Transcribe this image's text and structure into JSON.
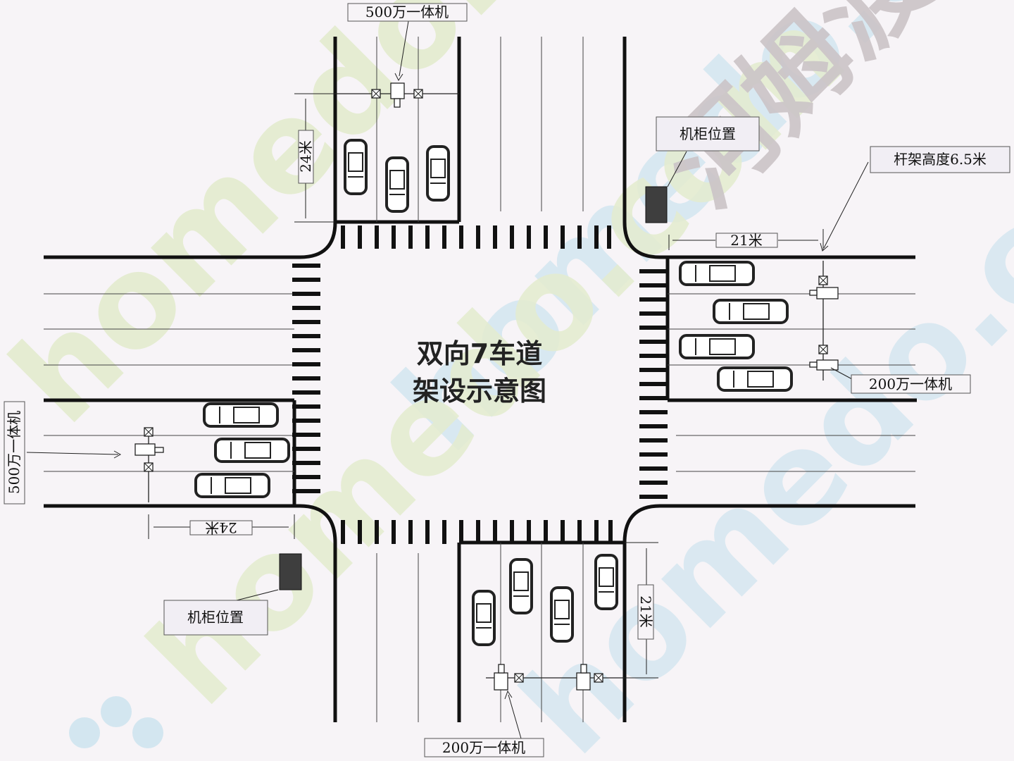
{
  "title": {
    "line1": "双向7车道",
    "line2": "架设示意图"
  },
  "labels": {
    "camera_north": "500万一体机",
    "camera_west": "500万一体机",
    "camera_east": "200万一体机",
    "camera_south": "200万一体机",
    "cabinet_ne": "机柜位置",
    "cabinet_sw": "机柜位置",
    "pole_height": "杆架高度6.5米",
    "dist_north": "24米",
    "dist_east": "21米",
    "dist_west": "24米",
    "dist_south": "21米"
  },
  "watermark": {
    "text": "homedo.com",
    "brand": "河姆渡"
  },
  "colors": {
    "road_line": "#111111",
    "lane_line": "#444444",
    "cabinet": "#3e3e3e",
    "label_border": "#555555",
    "watermark_green": "#e4eccf",
    "watermark_blue": "#d3e6f0",
    "watermark_gray": "#cbc4c7"
  }
}
